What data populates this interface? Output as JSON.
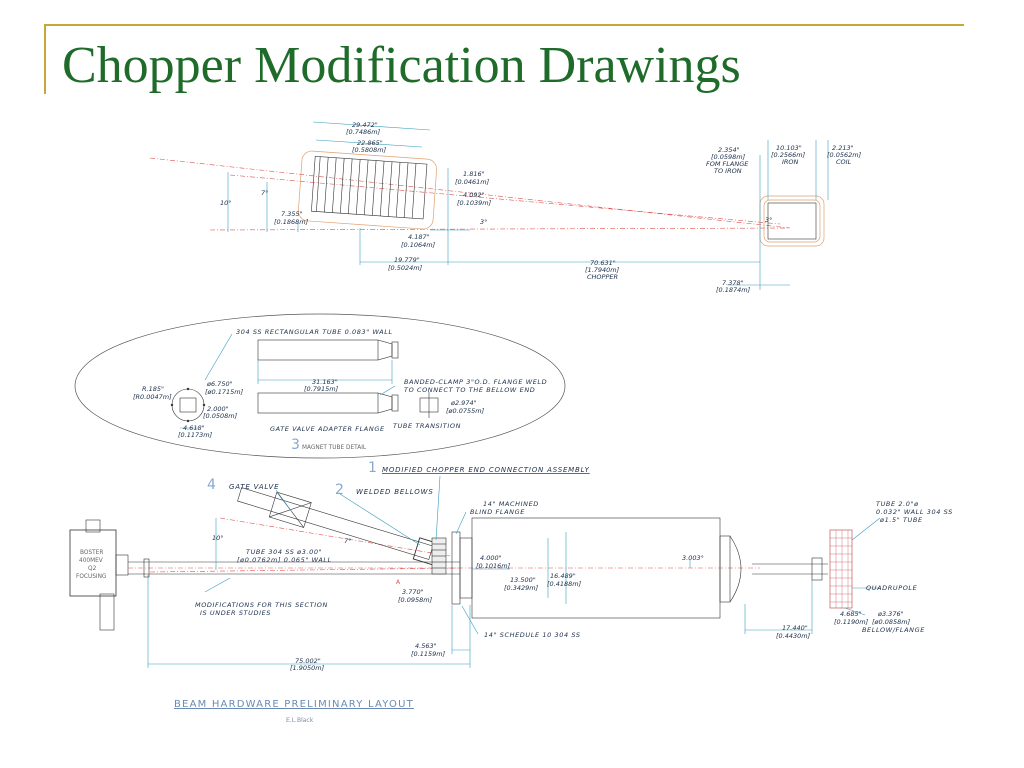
{
  "slide": {
    "title": "Chopper Modification Drawings"
  },
  "top_view": {
    "dims": {
      "d1": "29.472\"",
      "d1m": "[0.7486m]",
      "d2": "22.865\"",
      "d2m": "[0.5808m]",
      "d3": "1.816\"",
      "d3m": "[0.0461m]",
      "d4": "4.092\"",
      "d4m": "[0.1039m]",
      "d5": "4.187\"",
      "d5m": "[0.1064m]",
      "d6": "7.355\"",
      "d6m": "[0.1868m]",
      "d7": "19.779\"",
      "d7m": "[0.5024m]",
      "d8": "70.631\"",
      "d8m": "[1.7940m]",
      "d8note": "CHOPPER",
      "d9": "2.354\"",
      "d9m": "[0.0598m]",
      "d9a": "FOM FLANGE",
      "d9b": "TO IRON",
      "d10": "10.103\"",
      "d10m": "[0.2566m]",
      "d10note": "IRON",
      "d11": "2.213\"",
      "d11m": "[0.0562m]",
      "d11note": "COIL",
      "d12": "7.378\"",
      "d12m": "[0.1874m]",
      "ang10": "10°",
      "ang7": "7°",
      "ang3a": "3°",
      "ang3b": "3°"
    }
  },
  "tube_detail": {
    "rect_tube": "304 SS RECTANGULAR TUBE 0.083\" WALL",
    "len": "31.163\"",
    "len_m": "[0.7915m]",
    "clamp1": "BANDED-CLAMP 3\"O.D. FLANGE WELD",
    "clamp2": "TO CONNECT TO THE BELLOW END",
    "r": "R.185\"",
    "r_m": "[R0.0047m]",
    "dia1": "ø6.750\"",
    "dia1_m": "[ø0.1715m]",
    "dia2": "2.000\"",
    "dia2_m": "[0.0508m]",
    "dia3": "4.618\"",
    "dia3_m": "[0.1173m]",
    "dia4": "ø2.974\"",
    "dia4_m": "[ø0.0755m]",
    "gate_flange": "GATE VALVE ADAPTER FLANGE",
    "tube_trans": "TUBE TRANSITION",
    "callout_num": "3",
    "callout": "MAGNET TUBE DETAIL"
  },
  "assembly": {
    "c1_num": "1",
    "c1": "MODIFIED CHOPPER END CONNECTION ASSEMBLY",
    "c2_num": "2",
    "c2": "WELDED BELLOWS",
    "c4_num": "4",
    "c4": "GATE VALVE",
    "machined1": "14\" MACHINED",
    "machined2": "BLIND FLANGE",
    "tube_a": "TUBE 2.0\"ø",
    "tube_b": "0.032\" WALL 304 SS",
    "tube_c": "ø1.5\" TUBE",
    "ang10": "10°",
    "ang7": "7°",
    "tube304a": "TUBE 304 SS ø3.00\"",
    "tube304b": "[ø0.0762m] 0.065\" WALL",
    "d400": "4.000\"",
    "d400m": "[0.1016m]",
    "d3003": "3.003°",
    "d1350": "13.500\"",
    "d1350m": "[0.3429m]",
    "d1649": "16.489\"",
    "d1649m": "[0.4188m]",
    "d3770": "3.770\"",
    "d3770m": "[0.0958m]",
    "d4563": "4.563\"",
    "d4563m": "[0.1159m]",
    "d75": "75.002\"",
    "d75m": "[1.9050m]",
    "d1744": "17.440\"",
    "d1744m": "[0.4430m]",
    "d4685": "4.685\"",
    "d4685m": "[0.1190m]",
    "d3376": "ø3.376\"",
    "d3376m": "[ø0.0858m]",
    "bellow": "BELLOW/FLANGE",
    "quad": "QUADRUPOLE",
    "schedule": "14\" SCHEDULE 10 304 SS",
    "mods1": "MODIFICATIONS FOR THIS SECTION",
    "mods2": "IS UNDER STUDIES",
    "booster": [
      "BOSTER",
      "400MEV",
      "Q2",
      "FOCUSING"
    ],
    "mark_a": "A"
  },
  "footer": {
    "layout_title": "BEAM HARDWARE PRELIMINARY LAYOUT",
    "author": "E.L.Black"
  }
}
